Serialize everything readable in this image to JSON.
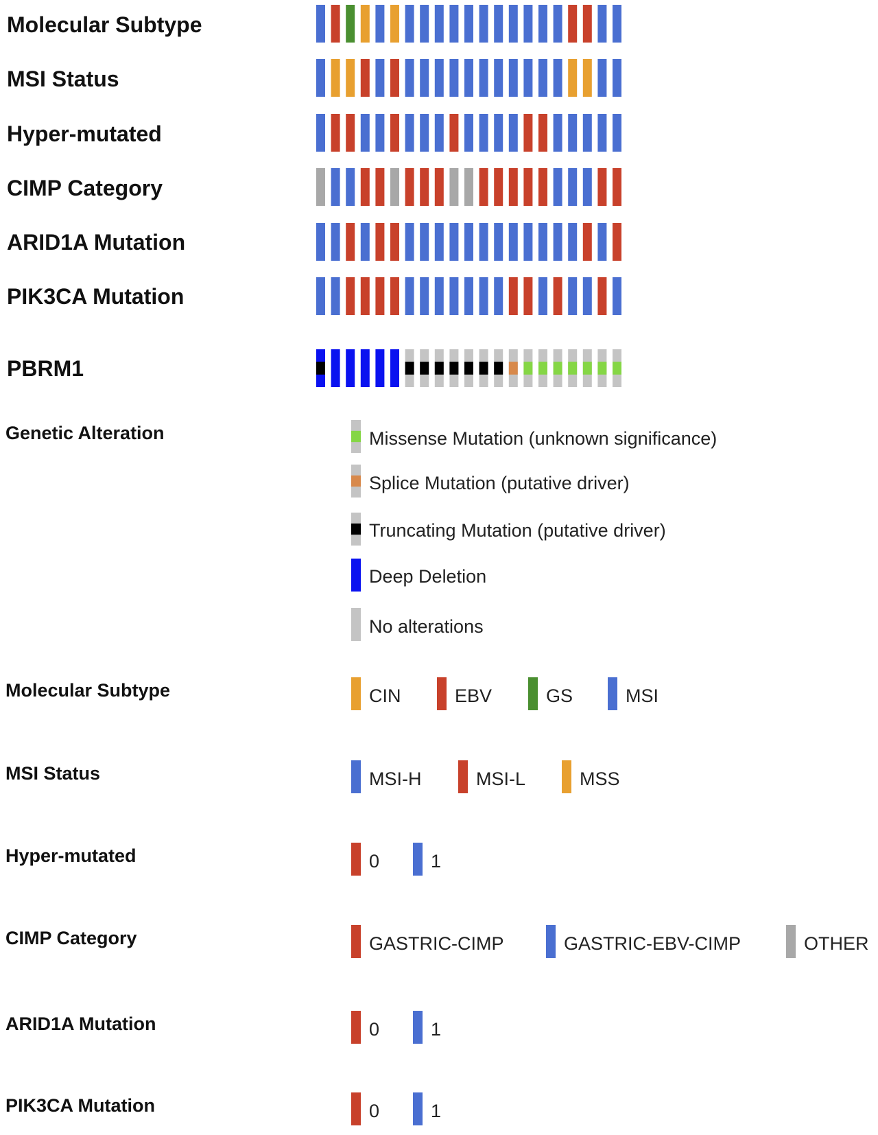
{
  "chart_data": {
    "type": "heatmap",
    "colors": {
      "red": "#C8412B",
      "blue": "#4A6FD1",
      "orange": "#E8A030",
      "green": "#4A8F30",
      "gray": "#A8A8A8",
      "light_gray": "#C4C4C4",
      "deep_blue": "#0A12F0",
      "black": "#000000",
      "lime": "#85D645",
      "splice": "#D8894B"
    },
    "tracks": [
      {
        "label": "Molecular Subtype",
        "values": [
          "MSI",
          "EBV",
          "GS",
          "CIN",
          "MSI",
          "CIN",
          "MSI",
          "MSI",
          "MSI",
          "MSI",
          "MSI",
          "MSI",
          "MSI",
          "MSI",
          "MSI",
          "MSI",
          "MSI",
          "EBV",
          "EBV",
          "MSI",
          "MSI"
        ]
      },
      {
        "label": "MSI Status",
        "values": [
          "MSI-H",
          "MSS",
          "MSS",
          "MSI-L",
          "MSI-H",
          "MSI-L",
          "MSI-H",
          "MSI-H",
          "MSI-H",
          "MSI-H",
          "MSI-H",
          "MSI-H",
          "MSI-H",
          "MSI-H",
          "MSI-H",
          "MSI-H",
          "MSI-H",
          "MSS",
          "MSS",
          "MSI-H",
          "MSI-H"
        ]
      },
      {
        "label": "Hyper-mutated",
        "values": [
          "1",
          "0",
          "0",
          "1",
          "1",
          "0",
          "1",
          "1",
          "1",
          "0",
          "1",
          "1",
          "1",
          "1",
          "0",
          "0",
          "1",
          "1",
          "1",
          "1",
          "1"
        ]
      },
      {
        "label": "CIMP Category",
        "values": [
          "OTHER",
          "GASTRIC-EBV-CIMP",
          "GASTRIC-EBV-CIMP",
          "GASTRIC-CIMP",
          "GASTRIC-CIMP",
          "OTHER",
          "GASTRIC-CIMP",
          "GASTRIC-CIMP",
          "GASTRIC-CIMP",
          "OTHER",
          "OTHER",
          "GASTRIC-CIMP",
          "GASTRIC-CIMP",
          "GASTRIC-CIMP",
          "GASTRIC-CIMP",
          "GASTRIC-CIMP",
          "GASTRIC-EBV-CIMP",
          "GASTRIC-EBV-CIMP",
          "GASTRIC-EBV-CIMP",
          "GASTRIC-CIMP",
          "GASTRIC-CIMP"
        ]
      },
      {
        "label": "ARID1A Mutation",
        "values": [
          "1",
          "1",
          "0",
          "1",
          "0",
          "0",
          "1",
          "1",
          "1",
          "1",
          "1",
          "1",
          "1",
          "1",
          "1",
          "1",
          "1",
          "1",
          "0",
          "1",
          "0"
        ]
      },
      {
        "label": "PIK3CA Mutation",
        "values": [
          "1",
          "1",
          "0",
          "0",
          "0",
          "0",
          "1",
          "1",
          "1",
          "1",
          "1",
          "1",
          "1",
          "0",
          "0",
          "1",
          "0",
          "1",
          "1",
          "0",
          "1"
        ]
      }
    ],
    "pbrm1": {
      "label": "PBRM1",
      "values": [
        "deep_deletion_truncating",
        "deep_deletion",
        "deep_deletion",
        "deep_deletion",
        "deep_deletion",
        "deep_deletion",
        "truncating",
        "truncating",
        "truncating",
        "truncating",
        "truncating",
        "truncating",
        "truncating",
        "splice",
        "missense",
        "missense",
        "missense",
        "missense",
        "missense",
        "missense",
        "missense"
      ]
    },
    "legend_genetic": {
      "title": "Genetic Alteration",
      "items": [
        {
          "key": "missense",
          "label": "Missense Mutation (unknown significance)"
        },
        {
          "key": "splice",
          "label": "Splice Mutation (putative driver)"
        },
        {
          "key": "truncating",
          "label": "Truncating Mutation (putative driver)"
        },
        {
          "key": "deep_deletion",
          "label": "Deep Deletion"
        },
        {
          "key": "none",
          "label": "No alterations"
        }
      ]
    },
    "legend_clinical": [
      {
        "title": "Molecular Subtype",
        "items": [
          {
            "label": "CIN",
            "color": "orange"
          },
          {
            "label": "EBV",
            "color": "red"
          },
          {
            "label": "GS",
            "color": "green"
          },
          {
            "label": "MSI",
            "color": "blue"
          }
        ]
      },
      {
        "title": "MSI Status",
        "items": [
          {
            "label": "MSI-H",
            "color": "blue"
          },
          {
            "label": "MSI-L",
            "color": "red"
          },
          {
            "label": "MSS",
            "color": "orange"
          }
        ]
      },
      {
        "title": "Hyper-mutated",
        "items": [
          {
            "label": "0",
            "color": "red"
          },
          {
            "label": "1",
            "color": "blue"
          }
        ]
      },
      {
        "title": "CIMP Category",
        "items": [
          {
            "label": "GASTRIC-CIMP",
            "color": "red"
          },
          {
            "label": "GASTRIC-EBV-CIMP",
            "color": "blue"
          },
          {
            "label": "OTHER",
            "color": "gray"
          }
        ]
      },
      {
        "title": "ARID1A Mutation",
        "items": [
          {
            "label": "0",
            "color": "red"
          },
          {
            "label": "1",
            "color": "blue"
          }
        ]
      },
      {
        "title": "PIK3CA Mutation",
        "items": [
          {
            "label": "0",
            "color": "red"
          },
          {
            "label": "1",
            "color": "blue"
          }
        ]
      }
    ]
  }
}
